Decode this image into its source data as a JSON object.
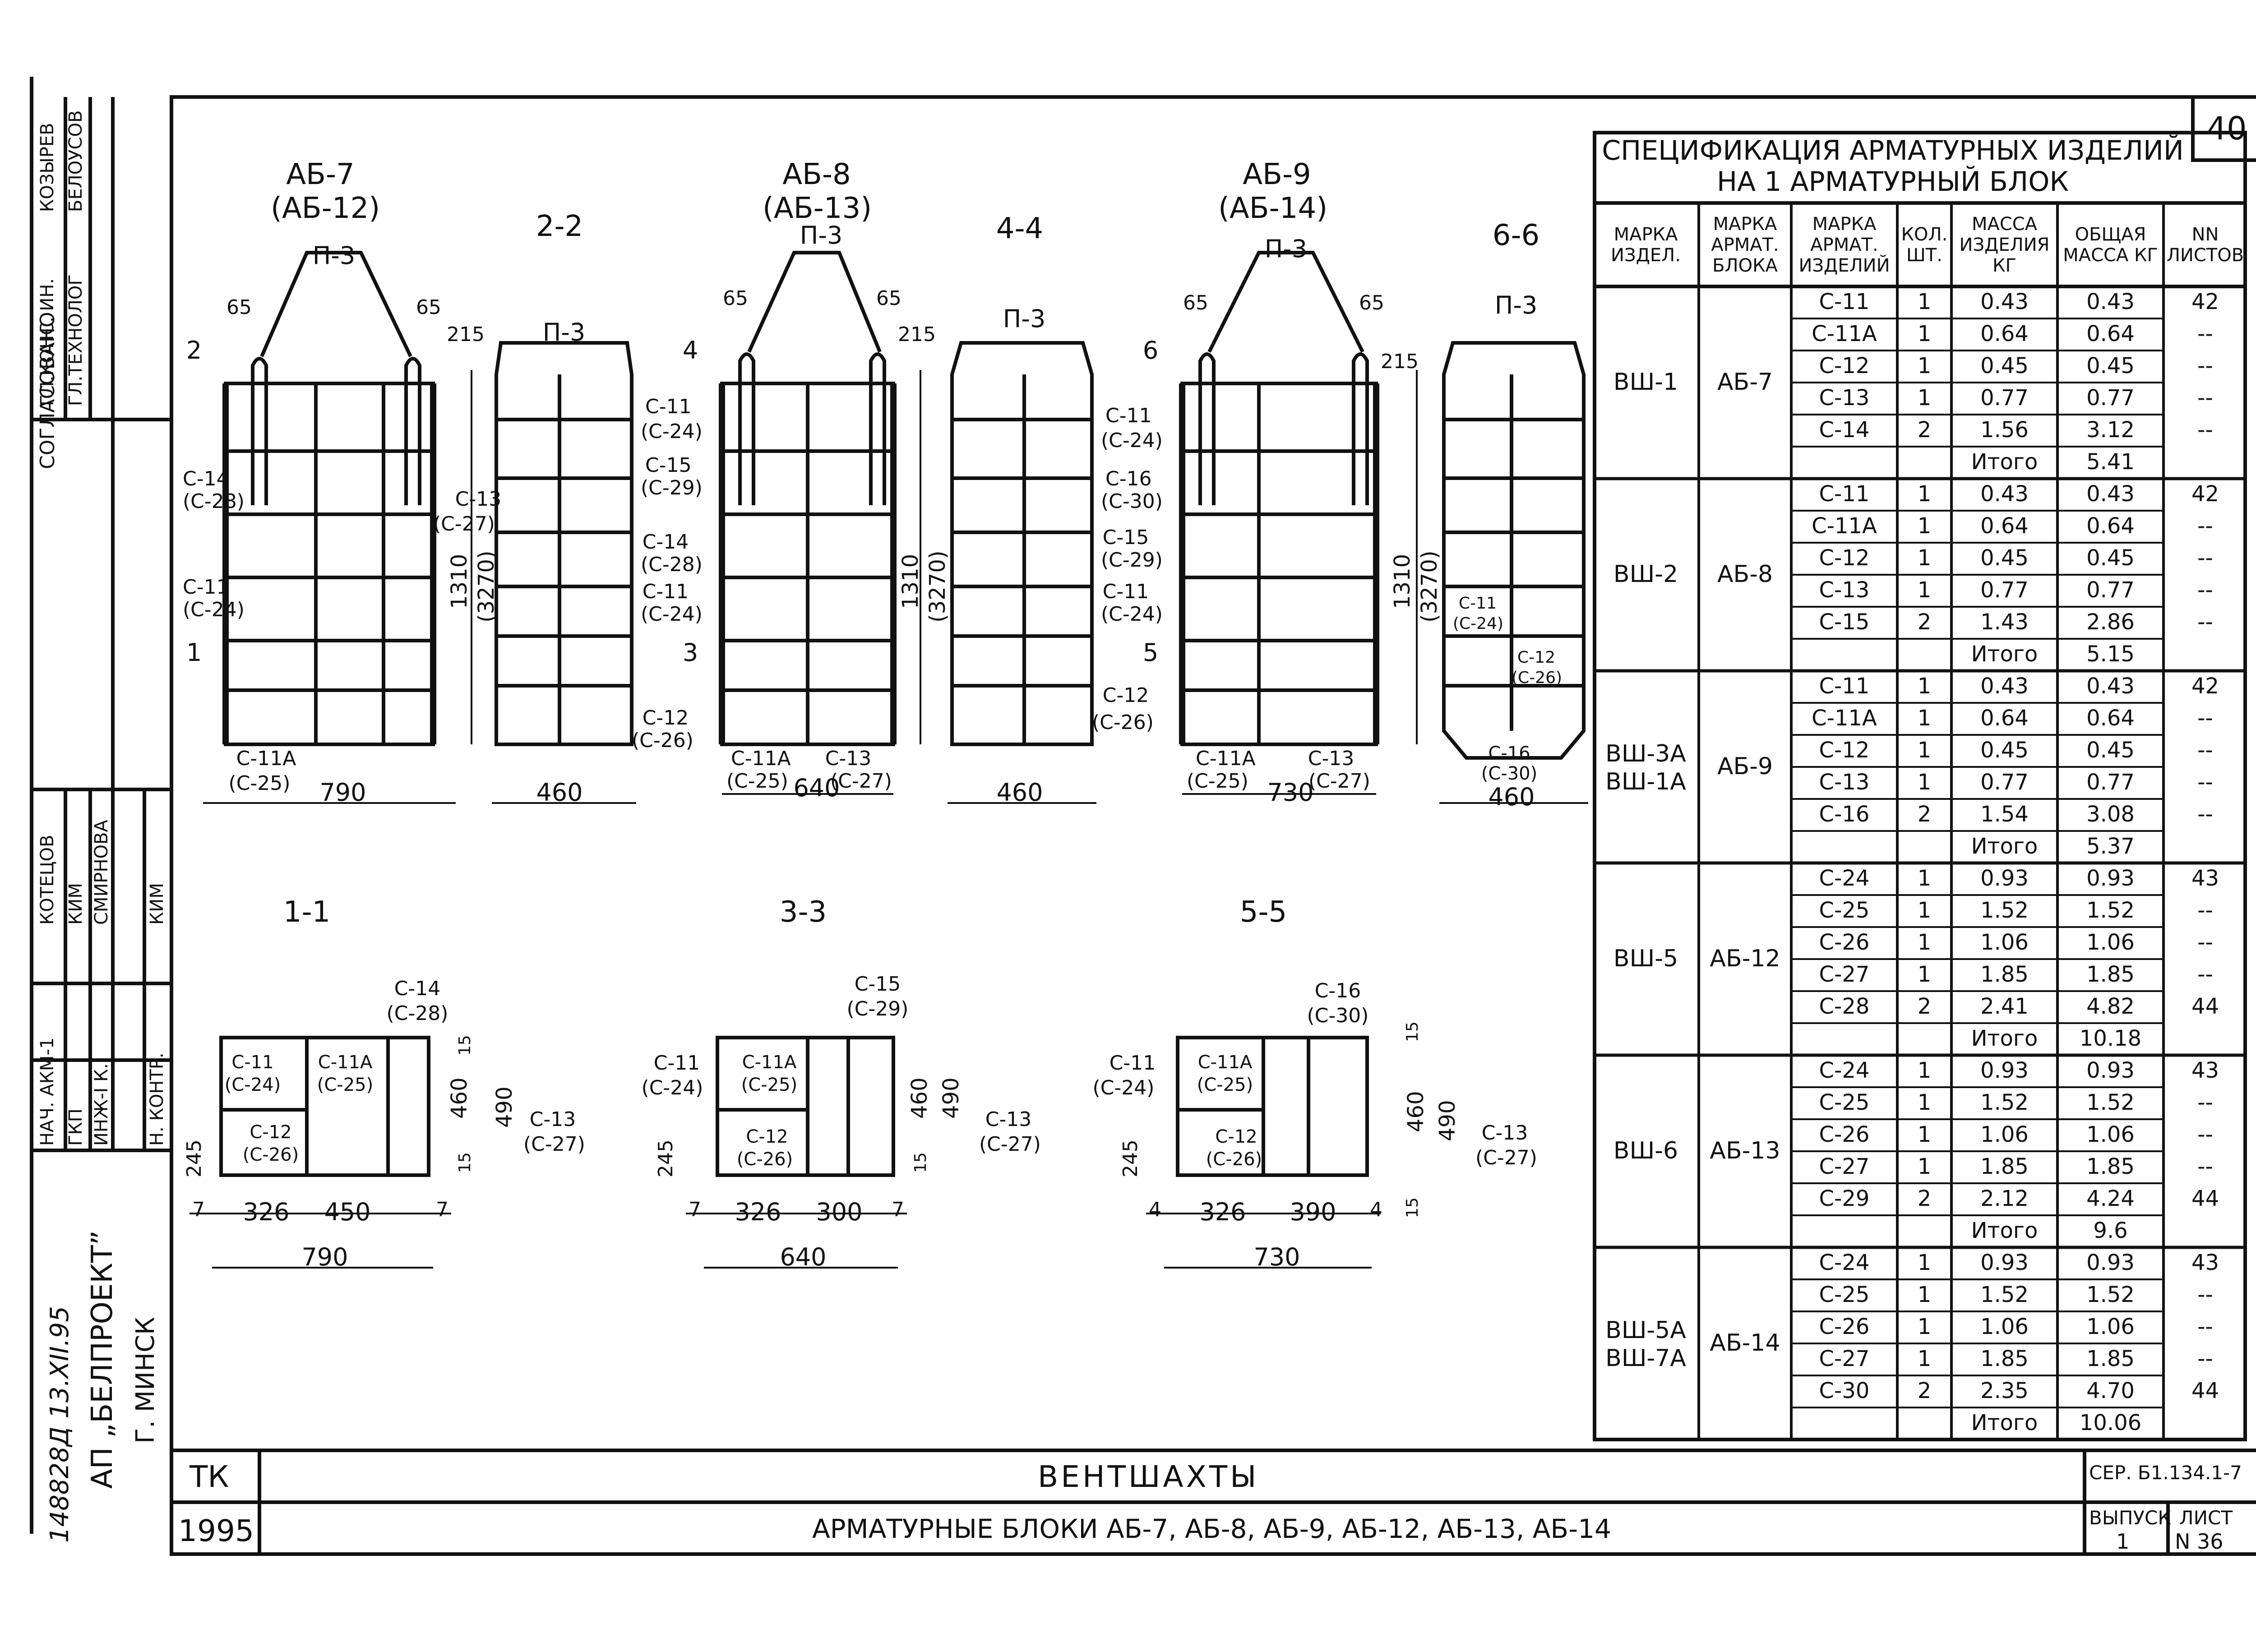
{
  "sheet_number": "40",
  "sidebar": {
    "approved_label": "СОГЛАСОВАНО",
    "roles_top": [
      "ГЛ.КОНС. ИН.",
      "ГЛ.ТЕХНОЛОГ"
    ],
    "names_top": [
      "КОЗЫРЕВ",
      "БЕЛОУСОВ"
    ],
    "roles_bottom": [
      "НАЧ. АКМ-1",
      "ГКП",
      "ИНЖ-I К.",
      "Н. КОНТР."
    ],
    "names_bottom": [
      "КОТЕЦОВ",
      "КИМ",
      "СМИРНОВА",
      "КИМ"
    ],
    "org": "АП „БЕЛПРОЕКТ”",
    "city": "Г. МИНСК",
    "inv_note": "148828Д  13.XII.95"
  },
  "drawings": {
    "top": [
      {
        "title": "АБ-7",
        "subtitle": "(АБ-12)",
        "loop": "П-3",
        "dims": [
          "65",
          "65",
          "215",
          "790",
          "1310",
          "(3270)"
        ],
        "section_mark": "2",
        "section_mark2": "1"
      },
      {
        "title": "АБ-8",
        "subtitle": "(АБ-13)",
        "loop": "П-3",
        "dims": [
          "65",
          "65",
          "215",
          "640",
          "1310",
          "(3270)"
        ],
        "section_mark": "4",
        "section_mark2": "3"
      },
      {
        "title": "АБ-9",
        "subtitle": "(АБ-14)",
        "loop": "П-3",
        "dims": [
          "65",
          "65",
          "215",
          "730",
          "1310",
          "(3270)"
        ],
        "section_mark": "6",
        "section_mark2": "5"
      }
    ],
    "sections_top": [
      {
        "title": "2-2",
        "loop": "П-3",
        "width": "460"
      },
      {
        "title": "4-4",
        "loop": "П-3",
        "width": "460"
      },
      {
        "title": "6-6",
        "loop": "П-3",
        "width": "460"
      }
    ],
    "callouts_a": {
      "c14": "С-14",
      "c14b": "(С-28)",
      "c11": "С-11",
      "c11b": "(С-24)",
      "c11a": "С-11А",
      "c11ab": "(С-25)",
      "c13": "С-13",
      "c13b": "(С-27)",
      "c14r": "С-14",
      "c14rb": "(С-28)",
      "c11r": "С-11",
      "c11rb": "(С-24)",
      "c12r": "С-12",
      "c12rb": "(С-26)"
    },
    "callouts_b": {
      "c11": "С-11",
      "c11b": "(С-24)",
      "c15": "С-15",
      "c15b": "(С-29)",
      "c11a": "С-11А",
      "c11ab": "(С-25)",
      "c13": "С-13",
      "c13b": "(С-27)",
      "c15r": "С-15",
      "c15rb": "(С-29)",
      "c11r": "С-11",
      "c11rb": "(С-24)",
      "c12r": "С-12",
      "c12rb": "(С-26)"
    },
    "callouts_c": {
      "c16": "С-16",
      "c16b": "(С-30)",
      "c11": "С-11",
      "c11b": "(С-24)",
      "c12": "С-12",
      "c12b": "(С-26)",
      "c16r": "С-16",
      "c16rb": "(С-30)"
    },
    "sections_bottom": [
      {
        "title": "1-1",
        "top": "С-14",
        "topb": "(С-28)",
        "left": "С-11",
        "leftb": "(С-24)",
        "mid": "С-11А",
        "midb": "(С-25)",
        "low": "С-12",
        "lowb": "(С-26)",
        "right": "С-13",
        "rightb": "(С-27)",
        "w1": "326",
        "w2": "450",
        "w": "790",
        "h1": "460",
        "h": "490",
        "hb": "245",
        "s": "15",
        "e": "7"
      },
      {
        "title": "3-3",
        "top": "С-15",
        "topb": "(С-29)",
        "left": "С-11",
        "leftb": "(С-24)",
        "mid": "С-11А",
        "midb": "(С-25)",
        "low": "С-12",
        "lowb": "(С-26)",
        "right": "С-13",
        "rightb": "(С-27)",
        "w1": "326",
        "w2": "300",
        "w": "640",
        "h1": "460",
        "h": "490",
        "hb": "245",
        "s": "15",
        "e": "7"
      },
      {
        "title": "5-5",
        "top": "С-16",
        "topb": "(С-30)",
        "left": "С-11",
        "leftb": "(С-24)",
        "mid": "С-11А",
        "midb": "(С-25)",
        "low": "С-12",
        "lowb": "(С-26)",
        "right": "С-13",
        "rightb": "(С-27)",
        "w1": "326",
        "w2": "390",
        "w": "730",
        "h1": "460",
        "h": "490",
        "hb": "245",
        "s": "15",
        "e": "4"
      }
    ]
  },
  "spec": {
    "title_line1": "СПЕЦИФИКАЦИЯ АРМАТУРНЫХ ИЗДЕЛИЙ",
    "title_line2": "НА 1 АРМАТУРНЫЙ БЛОК",
    "headers": [
      "МАРКА ИЗДЕЛ.",
      "МАРКА АРМАТ. БЛОКА",
      "МАРКА АРМАТ. ИЗДЕЛИЙ",
      "КОЛ. ШТ.",
      "МАССА ИЗДЕЛИЯ КГ",
      "ОБЩАЯ МАССА КГ",
      "NN ЛИСТОВ"
    ],
    "groups": [
      {
        "izdel": "ВШ-1",
        "block": "АБ-7",
        "rows": [
          [
            "С-11",
            "1",
            "0.43",
            "0.43",
            "42"
          ],
          [
            "С-11А",
            "1",
            "0.64",
            "0.64",
            "--"
          ],
          [
            "С-12",
            "1",
            "0.45",
            "0.45",
            "--"
          ],
          [
            "С-13",
            "1",
            "0.77",
            "0.77",
            "--"
          ],
          [
            "С-14",
            "2",
            "1.56",
            "3.12",
            "--"
          ]
        ],
        "total_label": "Итого",
        "total": "5.41"
      },
      {
        "izdel": "ВШ-2",
        "block": "АБ-8",
        "rows": [
          [
            "С-11",
            "1",
            "0.43",
            "0.43",
            "42"
          ],
          [
            "С-11А",
            "1",
            "0.64",
            "0.64",
            "--"
          ],
          [
            "С-12",
            "1",
            "0.45",
            "0.45",
            "--"
          ],
          [
            "С-13",
            "1",
            "0.77",
            "0.77",
            "--"
          ],
          [
            "С-15",
            "2",
            "1.43",
            "2.86",
            "--"
          ]
        ],
        "total_label": "Итого",
        "total": "5.15"
      },
      {
        "izdel": "ВШ-3А\nВШ-1А",
        "block": "АБ-9",
        "rows": [
          [
            "С-11",
            "1",
            "0.43",
            "0.43",
            "42"
          ],
          [
            "С-11А",
            "1",
            "0.64",
            "0.64",
            "--"
          ],
          [
            "С-12",
            "1",
            "0.45",
            "0.45",
            "--"
          ],
          [
            "С-13",
            "1",
            "0.77",
            "0.77",
            "--"
          ],
          [
            "С-16",
            "2",
            "1.54",
            "3.08",
            "--"
          ]
        ],
        "total_label": "Итого",
        "total": "5.37"
      },
      {
        "izdel": "ВШ-5",
        "block": "АБ-12",
        "rows": [
          [
            "С-24",
            "1",
            "0.93",
            "0.93",
            "43"
          ],
          [
            "С-25",
            "1",
            "1.52",
            "1.52",
            "--"
          ],
          [
            "С-26",
            "1",
            "1.06",
            "1.06",
            "--"
          ],
          [
            "С-27",
            "1",
            "1.85",
            "1.85",
            "--"
          ],
          [
            "С-28",
            "2",
            "2.41",
            "4.82",
            "44"
          ]
        ],
        "total_label": "Итого",
        "total": "10.18"
      },
      {
        "izdel": "ВШ-6",
        "block": "АБ-13",
        "rows": [
          [
            "С-24",
            "1",
            "0.93",
            "0.93",
            "43"
          ],
          [
            "С-25",
            "1",
            "1.52",
            "1.52",
            "--"
          ],
          [
            "С-26",
            "1",
            "1.06",
            "1.06",
            "--"
          ],
          [
            "С-27",
            "1",
            "1.85",
            "1.85",
            "--"
          ],
          [
            "С-29",
            "2",
            "2.12",
            "4.24",
            "44"
          ]
        ],
        "total_label": "Итого",
        "total": "9.6"
      },
      {
        "izdel": "ВШ-5А\nВШ-7А",
        "block": "АБ-14",
        "rows": [
          [
            "С-24",
            "1",
            "0.93",
            "0.93",
            "43"
          ],
          [
            "С-25",
            "1",
            "1.52",
            "1.52",
            "--"
          ],
          [
            "С-26",
            "1",
            "1.06",
            "1.06",
            "--"
          ],
          [
            "С-27",
            "1",
            "1.85",
            "1.85",
            "--"
          ],
          [
            "С-30",
            "2",
            "2.35",
            "4.70",
            "44"
          ]
        ],
        "total_label": "Итого",
        "total": "10.06"
      }
    ]
  },
  "titleblock": {
    "code": "ТК",
    "year": "1995",
    "name": "ВЕНТШАХТЫ",
    "subtitle": "АРМАТУРНЫЕ БЛОКИ АБ-7, АБ-8, АБ-9, АБ-12, АБ-13, АБ-14",
    "series": "СЕР. Б1.134.1-7",
    "issue_label": "ВЫПУСК",
    "issue": "1",
    "sheet_label": "ЛИСТ",
    "sheet": "N 36"
  }
}
